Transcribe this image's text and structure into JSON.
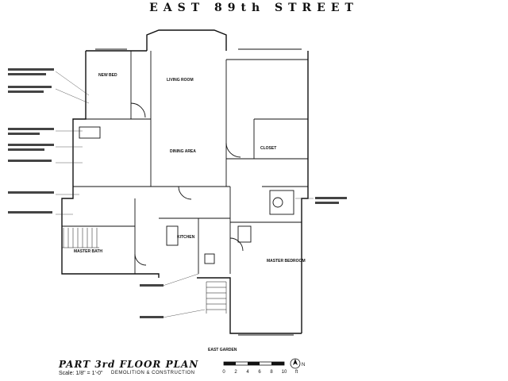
{
  "header": {
    "street": "EAST 89th STREET"
  },
  "footer": {
    "title": "PART 3rd FLOOR PLAN",
    "scale": "Scale: 1/8\" = 1'-0\"",
    "subtitle": "DEMOLITION & CONSTRUCTION",
    "north_label": "N"
  },
  "scale_bar": {
    "ticks": [
      "0",
      "2",
      "4",
      "6",
      "8",
      "10"
    ],
    "unit": "ft"
  },
  "rooms": {
    "bed1": "NEW BED",
    "living": "LIVING ROOM",
    "dining": "DINING AREA",
    "kitchen": "KITCHEN",
    "bath2": "MASTER BATH",
    "bed2": "MASTER BEDROOM",
    "closet": "CLOSET",
    "garden": "EAST GARDEN"
  }
}
